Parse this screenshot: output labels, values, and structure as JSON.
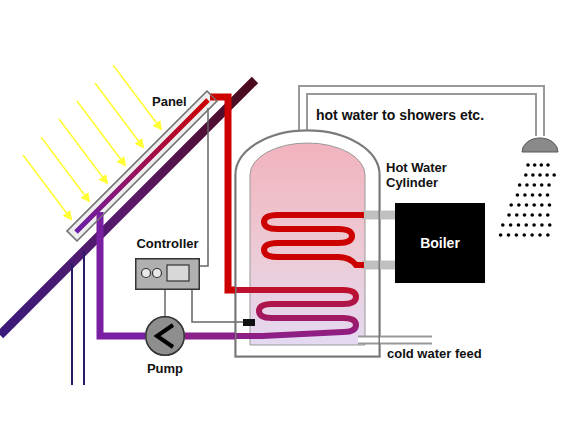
{
  "diagram": {
    "nodes": [
      {
        "text": [
          "Panel"
        ]
      },
      {
        "text": [
          "Hot Water Cylinder"
        ]
      },
      {
        "text": [
          "Controller"
        ]
      },
      {
        "text": [
          "Boiler"
        ]
      },
      {
        "text": [
          "Pump"
        ]
      }
    ],
    "edges": [
      {
        "from": 0,
        "to": 1,
        "arrow": "none"
      },
      {
        "from": 1,
        "to": 4,
        "arrow": "none"
      },
      {
        "from": 4,
        "to": 0,
        "arrow": "none"
      },
      {
        "from": 3,
        "to": 1,
        "arrow": "none"
      },
      {
        "from": 3,
        "to": 1,
        "arrow": "none"
      },
      {
        "from": 2,
        "to": 4,
        "arrow": "none"
      },
      {
        "from": 2,
        "to": 0,
        "arrow": "none"
      },
      {
        "from": 2,
        "to": 1,
        "arrow": "none"
      }
    ],
    "labels": [
      "hot water to showers etc.",
      "cold water feed"
    ]
  }
}
